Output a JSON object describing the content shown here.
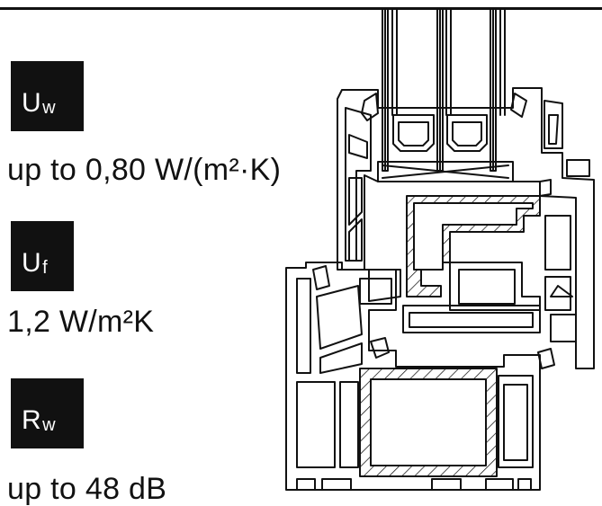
{
  "specs": [
    {
      "symbol": "U",
      "subscript": "w",
      "value": "up to 0,80 W/(m²·K)"
    },
    {
      "symbol": "U",
      "subscript": "f",
      "value": "1,2 W/m²K"
    },
    {
      "symbol": "R",
      "subscript": "w",
      "value": "up to 48 dB"
    }
  ],
  "colors": {
    "ink": "#111111",
    "paper": "#ffffff",
    "badge_bg": "#111111",
    "badge_text": "#ffffff"
  },
  "diagram": {
    "subject": "window-profile-cross-section"
  }
}
